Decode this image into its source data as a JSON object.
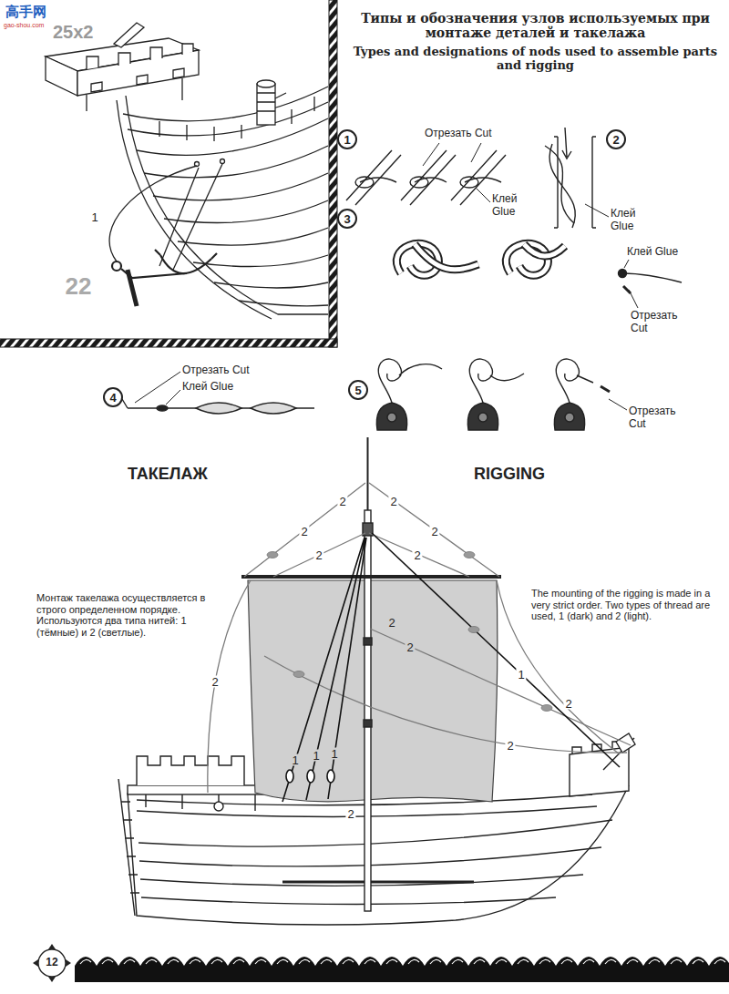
{
  "diagram": {
    "title": "Типы и обозначения узлов используемых при монтаже деталей и такелажа",
    "nodes": [
      {
        "text": [
          "1"
        ]
      },
      {
        "text": [
          "2"
        ]
      },
      {
        "text": [
          "3"
        ]
      },
      {
        "text": [
          "4"
        ]
      },
      {
        "text": [
          "5"
        ]
      }
    ],
    "labels": [
      "高手网",
      "gao-shou.com",
      "25x2",
      "1",
      "22",
      "Types and designations of nods used to assemble parts and rigging",
      "Отрезать Cut",
      "Клей Glue",
      "Клей Glue",
      "Клей Glue",
      "Отрезать Cut",
      "Отрезать Cut",
      "Клей Glue",
      "Отрезать Cut",
      "ТАКЕЛАЖ",
      "RIGGING",
      "Монтаж такелажа осуществляется в строго определенном порядке. Используются два типа нитей: 1 (тёмные) и 2 (светлые).",
      "The mounting of the rigging is made in a very strict order. Two types of thread are used, 1 (dark) and 2 (light).",
      "2",
      "2",
      "2",
      "2",
      "2",
      "2",
      "2",
      "2",
      "2",
      "2",
      "1",
      "2",
      "1",
      "1",
      "1",
      "2",
      "12"
    ]
  }
}
